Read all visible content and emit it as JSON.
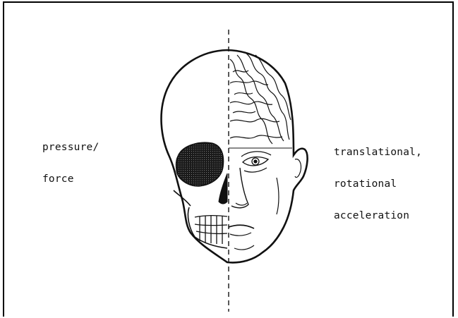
{
  "figure": {
    "labels": {
      "left": [
        "pressure/",
        "force"
      ],
      "right": [
        "translational,",
        "rotational",
        "acceleration"
      ]
    },
    "colors": {
      "ink": "#111111",
      "background": "#ffffff",
      "frame": "#000000"
    }
  }
}
